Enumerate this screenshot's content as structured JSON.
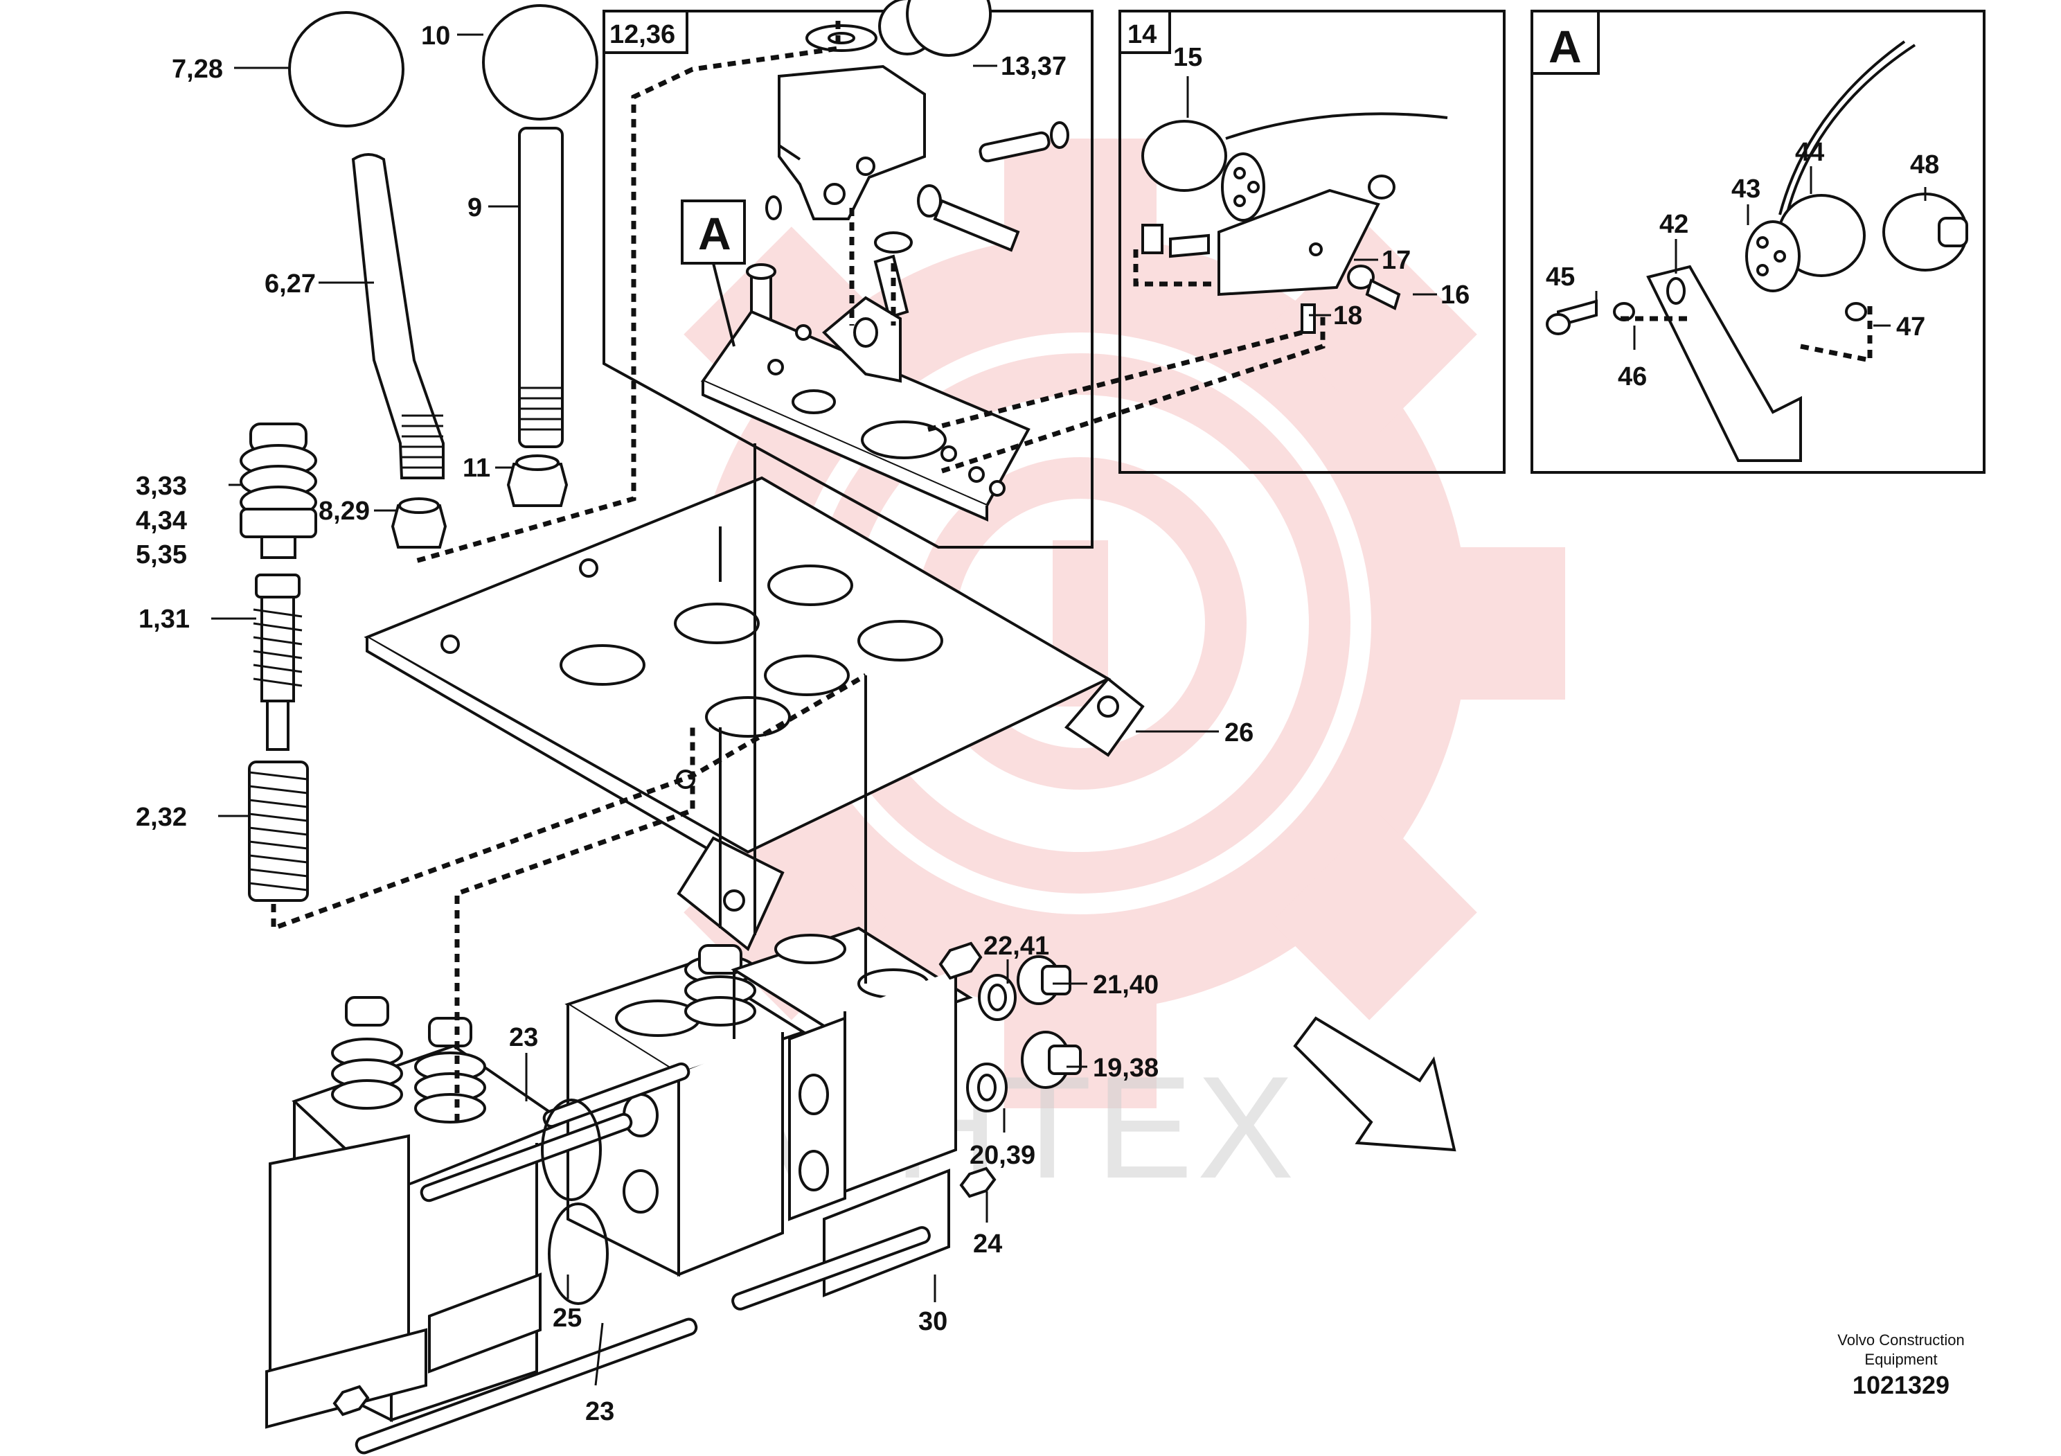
{
  "callouts": {
    "p7_28": "7,28",
    "p10": "10",
    "p12_36": "12,36",
    "p13_37": "13,37",
    "p14": "14",
    "p15": "15",
    "p17": "17",
    "p16": "16",
    "p18": "18",
    "pA_frame": "A",
    "pA_ref": "A",
    "p9": "9",
    "p6_27": "6,27",
    "p3_33": "3,33",
    "p4_34": "4,34",
    "p5_35": "5,35",
    "p8_29": "8,29",
    "p11": "11",
    "p1_31": "1,31",
    "p26": "26",
    "p2_32": "2,32",
    "p22_41": "22,41",
    "p21_40": "21,40",
    "p19_38": "19,38",
    "p20_39": "20,39",
    "p23a": "23",
    "p23b": "23",
    "p24": "24",
    "p25": "25",
    "p30": "30",
    "p42": "42",
    "p43": "43",
    "p44": "44",
    "p45": "45",
    "p46": "46",
    "p47": "47",
    "p48": "48"
  },
  "footer": {
    "brand_line1": "Volvo Construction",
    "brand_line2": "Equipment",
    "drawing_number": "1021329"
  },
  "watermark": {
    "text": "VIHTEX",
    "gear_color": "#f4b6b6"
  }
}
